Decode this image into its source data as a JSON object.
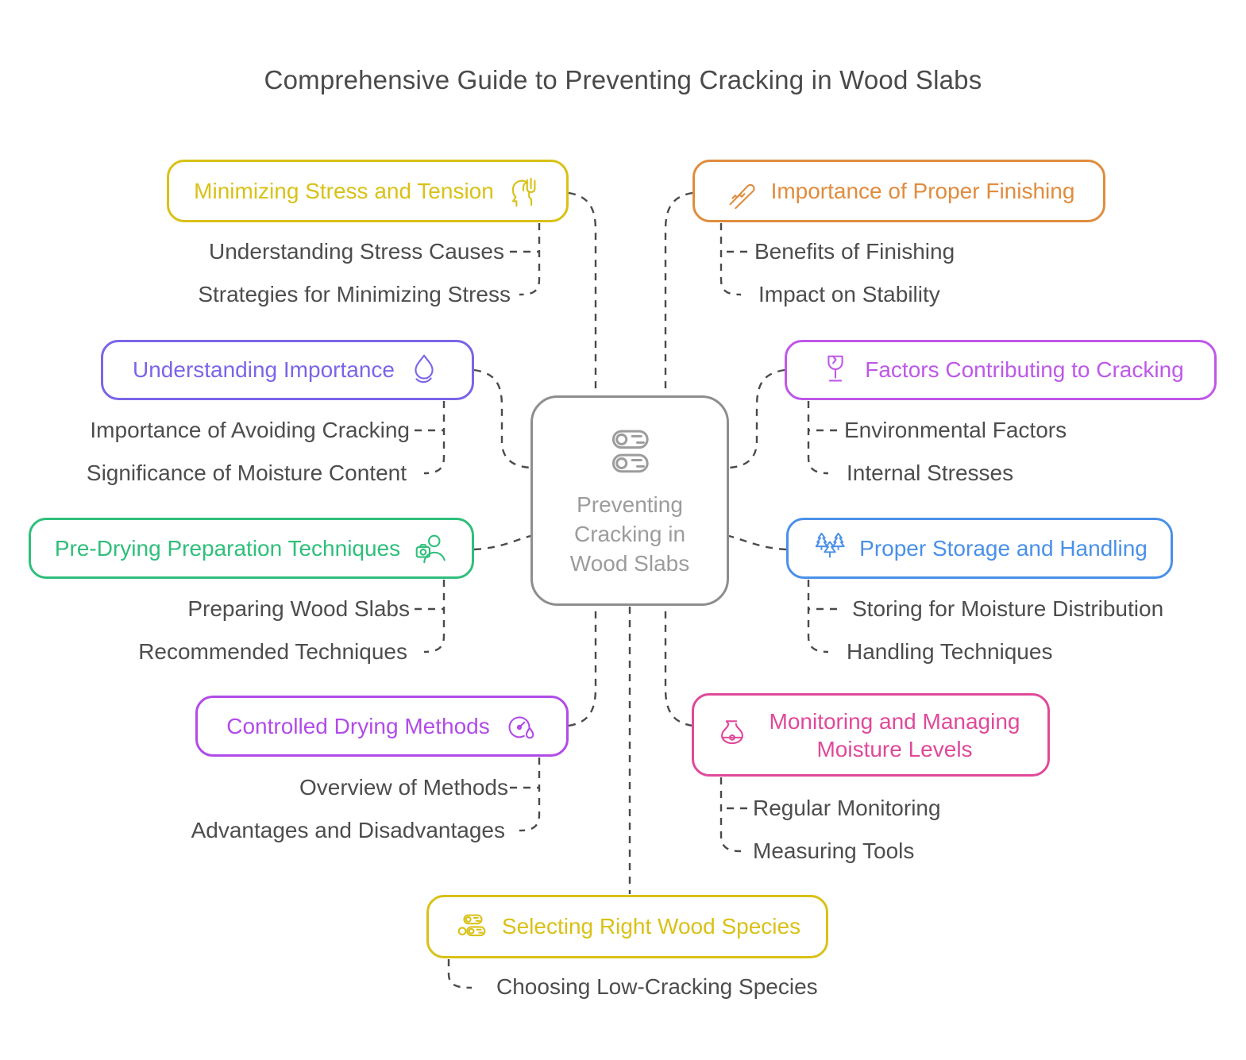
{
  "title": "Comprehensive Guide to Preventing Cracking in Wood Slabs",
  "center": {
    "label": "Preventing Cracking in Wood Slabs",
    "icon": "wood-logs-icon",
    "border_color": "#8e8e8e",
    "text_color": "#9c9c9c"
  },
  "colors": {
    "connector": "#4a4a4a",
    "child_text": "#4d4d4d",
    "title_text": "#4a4a4a"
  },
  "branches": [
    {
      "label": "Minimizing Stress and Tension",
      "color": "#d9c117",
      "icon": "stress-head-icon",
      "children": [
        "Understanding Stress Causes",
        "Strategies for Minimizing Stress"
      ]
    },
    {
      "label": "Importance of Proper Finishing",
      "color": "#e08c3e",
      "icon": "brush-icon",
      "children": [
        "Benefits of Finishing",
        "Impact on Stability"
      ]
    },
    {
      "label": "Understanding Importance",
      "color": "#7c64e8",
      "icon": "water-drop-icon",
      "children": [
        "Importance of Avoiding Cracking",
        "Significance of Moisture Content"
      ]
    },
    {
      "label": "Factors Contributing to Cracking",
      "color": "#be58e8",
      "icon": "cracked-glass-icon",
      "children": [
        "Environmental Factors",
        "Internal Stresses"
      ]
    },
    {
      "label": "Pre-Drying Preparation Techniques",
      "color": "#2fbf7b",
      "icon": "camera-person-icon",
      "children": [
        "Preparing Wood Slabs",
        "Recommended Techniques"
      ]
    },
    {
      "label": "Proper Storage and Handling",
      "color": "#4a90e8",
      "icon": "trees-icon",
      "children": [
        "Storing for Moisture Distribution",
        "Handling Techniques"
      ]
    },
    {
      "label": "Controlled Drying Methods",
      "color": "#b14be8",
      "icon": "gauge-drop-icon",
      "children": [
        "Overview of Methods",
        "Advantages and Disadvantages"
      ]
    },
    {
      "label": "Monitoring and Managing Moisture Levels",
      "color": "#e0499a",
      "icon": "flask-icon",
      "children": [
        "Regular Monitoring",
        "Measuring Tools"
      ]
    },
    {
      "label": "Selecting Right Wood Species",
      "color": "#d9c117",
      "icon": "wood-logs-small-icon",
      "children": [
        "Choosing Low-Cracking Species"
      ]
    }
  ]
}
